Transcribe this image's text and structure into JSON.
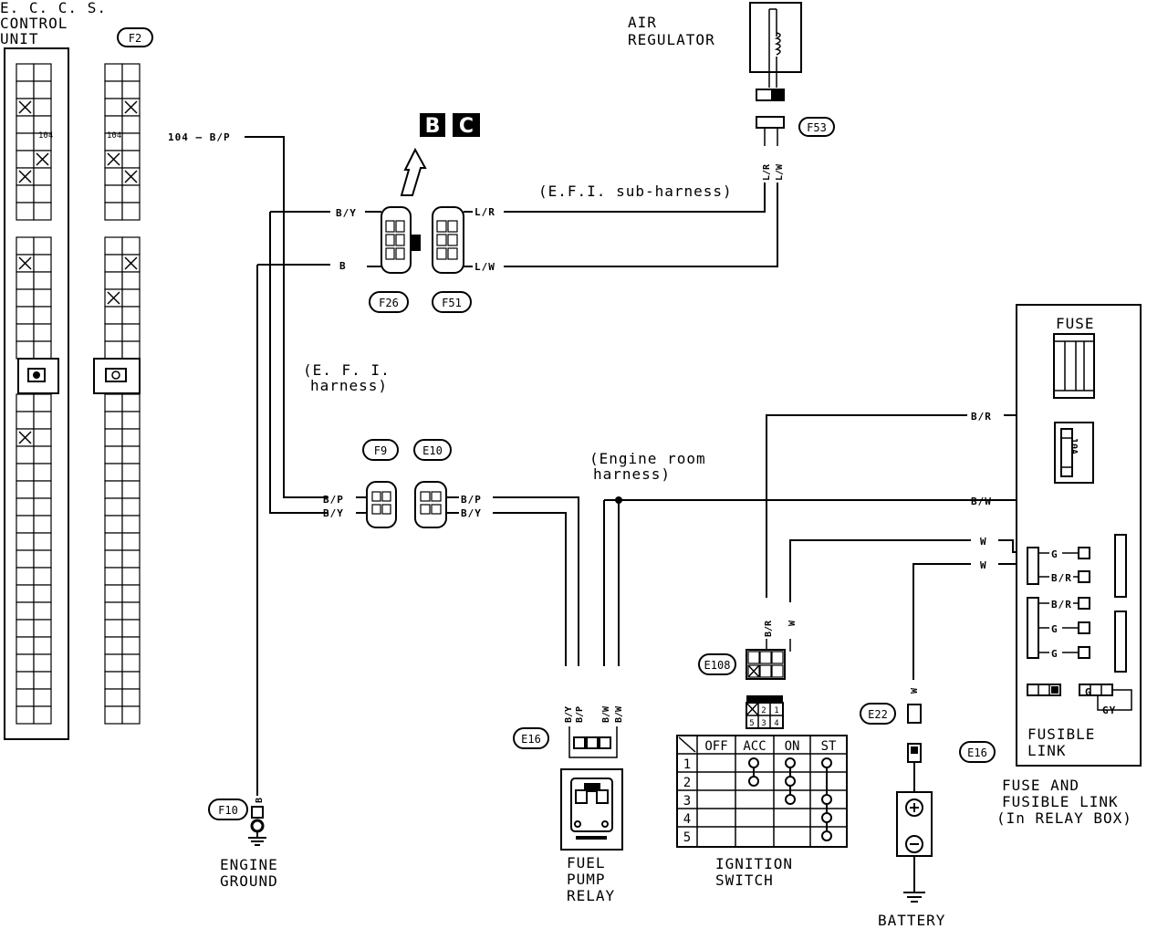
{
  "labels": {
    "eccs_line1": "E. C. C. S.",
    "eccs_line2": "CONTROL",
    "eccs_line3": "UNIT",
    "air_line1": "AIR",
    "air_line2": "REGULATOR",
    "efi_sub": "(E.F.I. sub-harness)",
    "efi_line1": "(E. F. I.",
    "efi_line2": "harness)",
    "engroom_line1": "(Engine room",
    "engroom_line2": "harness)",
    "fuse": "FUSE",
    "fusible_line1": "FUSIBLE",
    "fusible_line2": "LINK",
    "fuse_box_line1": "FUSE AND",
    "fuse_box_line2": "FUSIBLE LINK",
    "fuse_box_line3": "(In RELAY BOX)",
    "ground_line1": "ENGINE",
    "ground_line2": "GROUND",
    "relay_line1": "FUEL",
    "relay_line2": "PUMP",
    "relay_line3": "RELAY",
    "ign_line1": "IGNITION",
    "ign_line2": "SWITCH",
    "battery": "BATTERY",
    "pin104": "104",
    "pin104_wire": "104 — B/P"
  },
  "badges": {
    "b": "B",
    "c": "C"
  },
  "connectors": {
    "f2": "F2",
    "f53": "F53",
    "f26": "F26",
    "f51": "F51",
    "f9": "F9",
    "e10": "E10",
    "e16a": "E16",
    "e16b": "E16",
    "e108": "E108",
    "e22": "E22",
    "f10": "F10"
  },
  "wires": {
    "by": "B/Y",
    "b": "B",
    "lr": "L/R",
    "lw": "L/W",
    "bp": "B/P",
    "br": "B/R",
    "bw": "B/W",
    "w": "W",
    "g": "G",
    "gy": "GY",
    "fuse_10a": "10A"
  },
  "ignition": {
    "pin_top": [
      "2",
      "1"
    ],
    "pin_bottom": [
      "5",
      "3",
      "4"
    ],
    "headers": [
      "OFF",
      "ACC",
      "ON",
      "ST"
    ],
    "rows": [
      "1",
      "2",
      "3",
      "4",
      "5"
    ]
  }
}
